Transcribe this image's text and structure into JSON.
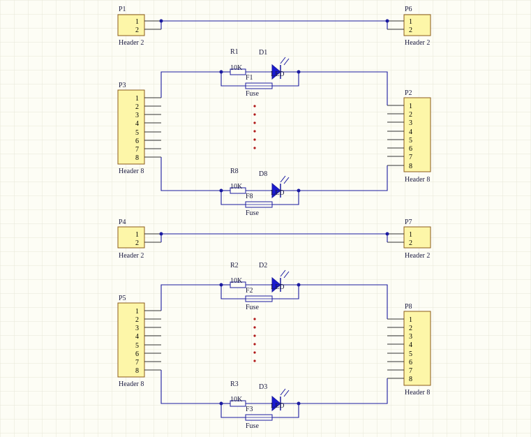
{
  "colors": {
    "background": "#fdfdf5",
    "grid": "#e6e6d8",
    "wire": "#1a1aa0",
    "header_fill": "#fdf6a8",
    "header_border": "#8a5a1a",
    "led_fill": "#1a1ad0",
    "dot": "#b01818"
  },
  "icons": {
    "led": "led-triangle-icon",
    "resistor": "resistor-rect-icon",
    "fuse": "fuse-rect-icon",
    "junction": "junction-dot-icon"
  },
  "headers": {
    "P1": {
      "designator": "P1",
      "comment": "Header 2",
      "pins": [
        "1",
        "2"
      ]
    },
    "P6": {
      "designator": "P6",
      "comment": "Header 2",
      "pins": [
        "1",
        "2"
      ]
    },
    "P3": {
      "designator": "P3",
      "comment": "Header 8",
      "pins": [
        "1",
        "2",
        "3",
        "4",
        "5",
        "6",
        "7",
        "8"
      ]
    },
    "P2": {
      "designator": "P2",
      "comment": "Header 8",
      "pins": [
        "1",
        "2",
        "3",
        "4",
        "5",
        "6",
        "7",
        "8"
      ]
    },
    "P4": {
      "designator": "P4",
      "comment": "Header 2",
      "pins": [
        "1",
        "2"
      ]
    },
    "P7": {
      "designator": "P7",
      "comment": "Header 2",
      "pins": [
        "1",
        "2"
      ]
    },
    "P5": {
      "designator": "P5",
      "comment": "Header 8",
      "pins": [
        "1",
        "2",
        "3",
        "4",
        "5",
        "6",
        "7",
        "8"
      ]
    },
    "P8": {
      "designator": "P8",
      "comment": "Header 8",
      "pins": [
        "1",
        "2",
        "3",
        "4",
        "5",
        "6",
        "7",
        "8"
      ]
    }
  },
  "channels": {
    "c1": {
      "resistor": "R1",
      "resistor_value": "10K",
      "led": "D1",
      "led_value": "LED",
      "fuse": "F1",
      "fuse_value": "Fuse"
    },
    "c2": {
      "resistor": "R8",
      "resistor_value": "10K",
      "led": "D8",
      "led_value": "LED",
      "fuse": "F8",
      "fuse_value": "Fuse"
    },
    "c3": {
      "resistor": "R2",
      "resistor_value": "10K",
      "led": "D2",
      "led_value": "LED",
      "fuse": "F2",
      "fuse_value": "Fuse"
    },
    "c4": {
      "resistor": "R3",
      "resistor_value": "10K",
      "led": "D3",
      "led_value": "LED",
      "fuse": "F3",
      "fuse_value": "Fuse"
    }
  }
}
